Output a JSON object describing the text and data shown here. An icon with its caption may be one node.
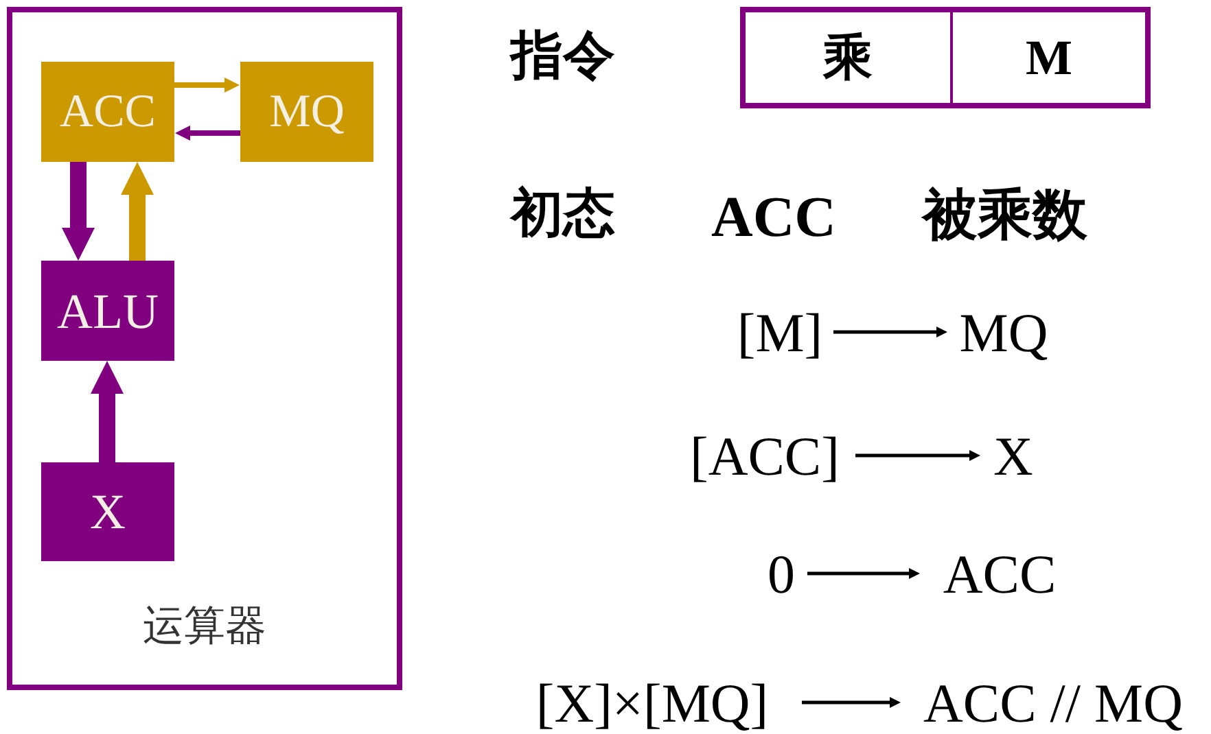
{
  "diagram": {
    "nodes": [
      {
        "text": [
          "运算器"
        ]
      },
      {
        "text": [
          "ACC"
        ],
        "in": 0
      },
      {
        "text": [
          "MQ"
        ],
        "in": 0
      },
      {
        "text": [
          "ALU"
        ],
        "in": 0
      },
      {
        "text": [
          "X"
        ],
        "in": 0
      },
      {
        "text": [
          "乘"
        ]
      },
      {
        "text": [
          "M"
        ]
      },
      {
        "text": [
          "[M]"
        ]
      },
      {
        "text": [
          "MQ"
        ]
      },
      {
        "text": [
          "[ACC]"
        ]
      },
      {
        "text": [
          "X"
        ]
      },
      {
        "text": [
          "0"
        ]
      },
      {
        "text": [
          "ACC"
        ]
      },
      {
        "text": [
          "[X]×[MQ]"
        ]
      },
      {
        "text": [
          "ACC // MQ"
        ]
      }
    ],
    "edges": [
      {
        "from": 1,
        "to": 2,
        "arrow": "to",
        "color": "#cc9900"
      },
      {
        "from": 2,
        "to": 1,
        "arrow": "to",
        "color": "#800080"
      },
      {
        "from": 1,
        "to": 3,
        "arrow": "to",
        "style": "thick",
        "color": "#800080"
      },
      {
        "from": 3,
        "to": 1,
        "arrow": "to",
        "style": "thick",
        "color": "#cc9900"
      },
      {
        "from": 4,
        "to": 3,
        "arrow": "to",
        "style": "thick",
        "color": "#800080"
      },
      {
        "from": 7,
        "to": 8,
        "arrow": "to"
      },
      {
        "from": 9,
        "to": 10,
        "arrow": "to"
      },
      {
        "from": 11,
        "to": 12,
        "arrow": "to"
      },
      {
        "from": 13,
        "to": 14,
        "arrow": "to"
      }
    ],
    "labels": [
      "指令",
      "初态",
      "ACC",
      "被乘数"
    ]
  }
}
